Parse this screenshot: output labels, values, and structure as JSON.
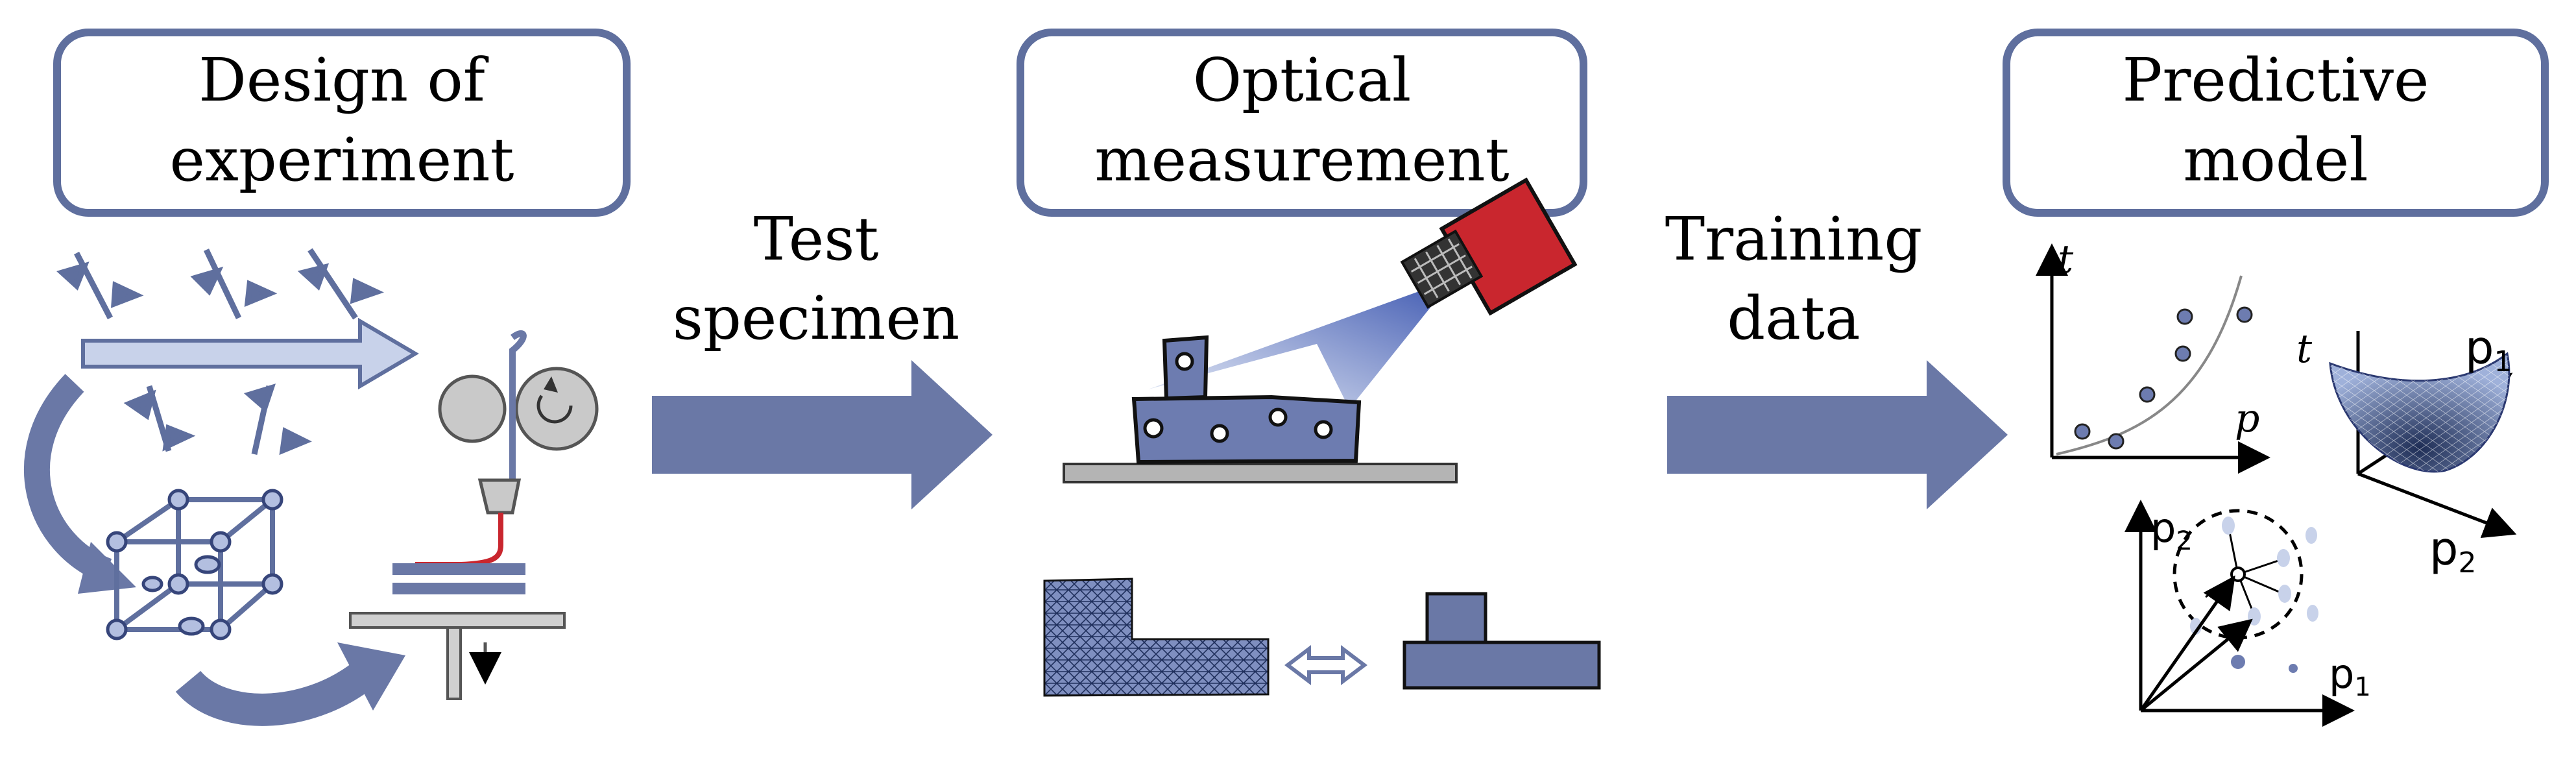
{
  "stages": [
    {
      "line1": "Design of",
      "line2": "experiment"
    },
    {
      "line1": "Optical",
      "line2": "measurement"
    },
    {
      "line1": "Predictive",
      "line2": "model"
    }
  ],
  "arrows": [
    {
      "line1": "Test",
      "line2": "specimen"
    },
    {
      "line1": "Training",
      "line2": "data"
    }
  ],
  "plot_labels": {
    "t": "t",
    "p": "p",
    "p1": "p",
    "p1_sub": "1",
    "p2": "p",
    "p2_sub": "2"
  },
  "colors": {
    "box_border": "#5f6f9e",
    "arrow_fill": "#6a78a6",
    "specimen_fill": "#6d7cb0",
    "camera_red": "#c9262e",
    "plate_gray": "#b4b4b4"
  }
}
